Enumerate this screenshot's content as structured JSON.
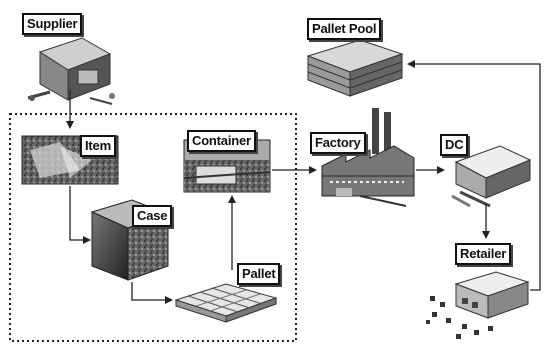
{
  "nodes": {
    "supplier": "Supplier",
    "pallet_pool": "Pallet Pool",
    "item": "Item",
    "container": "Container",
    "factory": "Factory",
    "dc": "DC",
    "case": "Case",
    "pallet": "Pallet",
    "retailer": "Retailer"
  },
  "icons": [
    "supplier-crate-icon",
    "pallet-pool-stack-icon",
    "item-photo-icon",
    "container-photo-icon",
    "factory-icon",
    "dc-warehouse-icon",
    "case-box-icon",
    "pallet-icon",
    "retailer-store-icon"
  ]
}
